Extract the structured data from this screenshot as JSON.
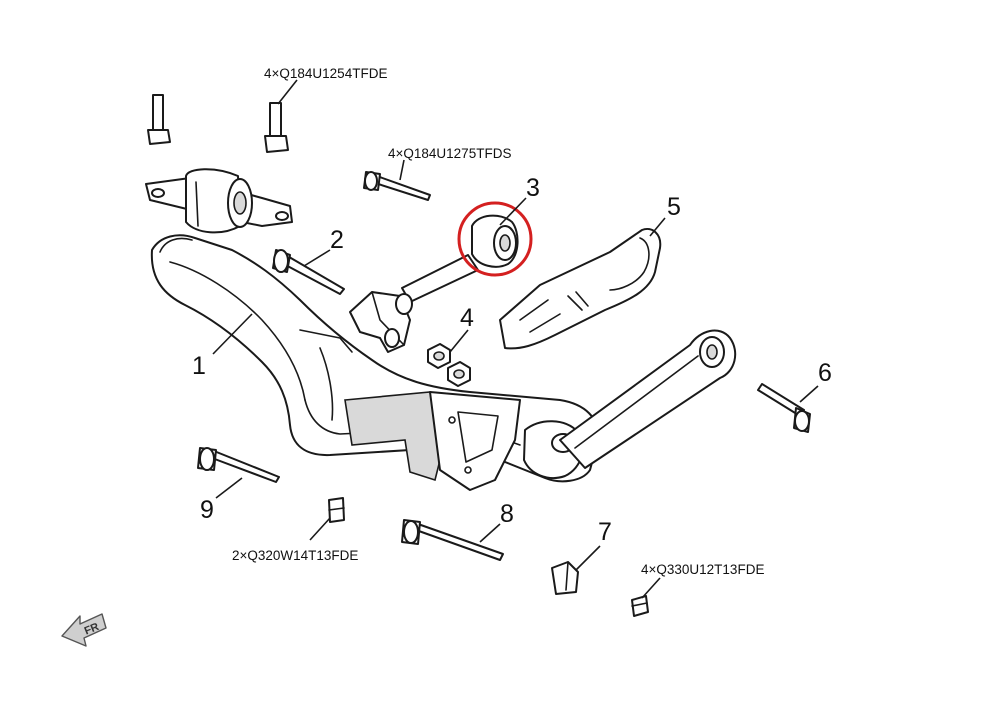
{
  "callouts": {
    "part_1": "1",
    "part_2": "2",
    "part_3": "3",
    "part_4": "4",
    "part_5": "5",
    "part_6": "6",
    "part_7": "7",
    "part_8": "8",
    "part_9": "9"
  },
  "codes": {
    "top_bolts": "4×Q184U1254TFDE",
    "arm_bolt": "4×Q184U1275TFDS",
    "small_nut": "2×Q320W14T13FDE",
    "right_nut": "4×Q330U12T13FDE"
  },
  "direction_arrow": {
    "label": "FR"
  },
  "highlight": {
    "target": "part_3",
    "color": "#d42020"
  },
  "colors": {
    "line": "#1a1a1a",
    "background": "#ffffff"
  }
}
